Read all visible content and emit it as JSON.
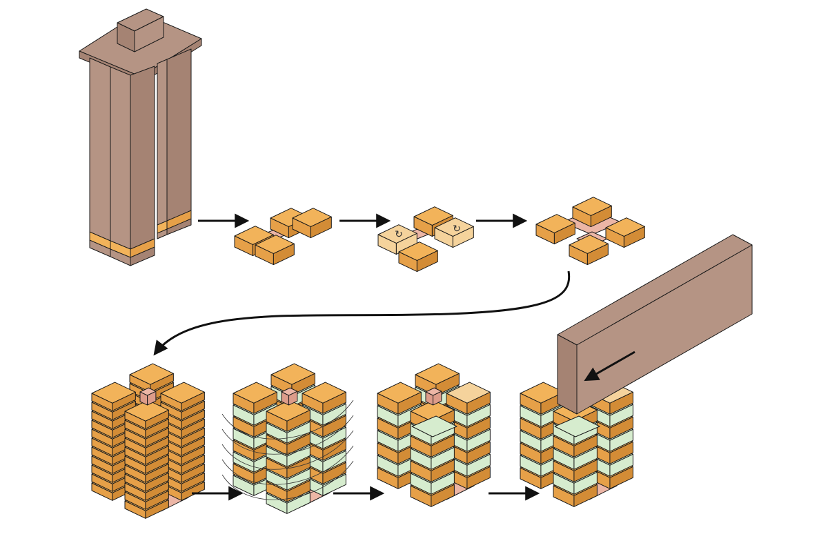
{
  "diagram": {
    "steps": [
      {
        "id": "tower",
        "label": ""
      },
      {
        "id": "split-plan",
        "label": ""
      },
      {
        "id": "rotate-plan",
        "label": ""
      },
      {
        "id": "shift-plan",
        "label": ""
      },
      {
        "id": "stack",
        "label": ""
      },
      {
        "id": "twist-stack",
        "label": ""
      },
      {
        "id": "carve-stack",
        "label": ""
      },
      {
        "id": "adjacent-block",
        "label": ""
      }
    ],
    "colors": {
      "orange_top": "#f2b35a",
      "orange_side": "#e6a048",
      "orange_dark": "#d38c36",
      "pale_orange": "#f5d39c",
      "pink": "#ecb6a6",
      "pink_dark": "#dd9c8a",
      "mint": "#d6ecce",
      "brown": "#b59484",
      "brown_dark": "#a58373",
      "stroke": "#1a1a1a"
    },
    "icons": {
      "rotate_symbol": "↻",
      "arrow": "arrow-right"
    }
  }
}
